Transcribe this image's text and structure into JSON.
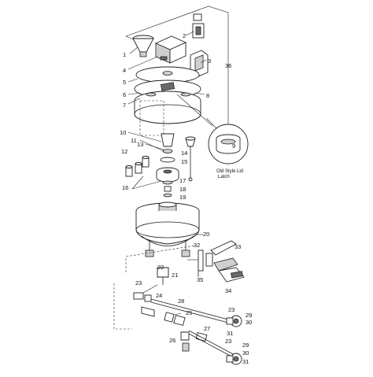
{
  "callouts": [
    "1",
    "2",
    "3",
    "4",
    "5",
    "6",
    "7",
    "8",
    "9",
    "10",
    "11",
    "12",
    "13",
    "14",
    "15",
    "16",
    "17",
    "18",
    "19",
    "20",
    "21",
    "22",
    "23",
    "24",
    "25",
    "26",
    "27",
    "28",
    "29",
    "30",
    "31",
    "32",
    "33",
    "34",
    "35",
    "36"
  ],
  "inset_caption_line1": "Old Style Lid",
  "inset_caption_line2": "Latch",
  "colors": {
    "line": "#222222",
    "shade": "#cfcfcf",
    "dark": "#6a6a6a",
    "background": "#ffffff"
  }
}
